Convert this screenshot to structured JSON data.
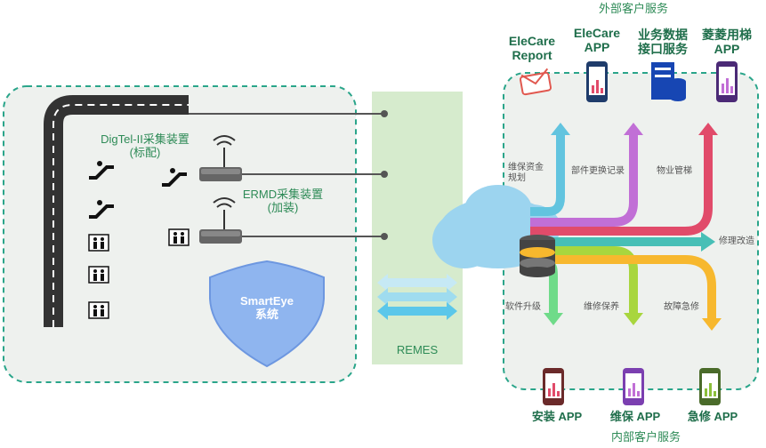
{
  "external": {
    "title": "外部客户服务",
    "report": [
      "EleCare",
      "Report"
    ],
    "elecare_app": [
      "EleCare",
      "APP"
    ],
    "data_service": [
      "业务数据",
      "接口服务"
    ],
    "lingling_app": [
      "菱菱用梯",
      "APP"
    ]
  },
  "internal": {
    "title": "内部客户服务",
    "install_app": "安装 APP",
    "maintain_app": "维保 APP",
    "repair_app": "急修 APP"
  },
  "left": {
    "digtel_line1": "DigTel-II采集装置",
    "digtel_line2": "(标配)",
    "ermd_line1": "ERMD采集装置",
    "ermd_line2": "(加装)",
    "shield_line1": "SmartEye",
    "shield_line2": "系统"
  },
  "middle": {
    "remes": "REMES"
  },
  "flows": {
    "funding": [
      "维保资金",
      "规划"
    ],
    "parts": "部件更换记录",
    "property": "物业管梯",
    "renovation": "修理改造",
    "software": "软件升级",
    "maintenance": "维修保养",
    "fault": "故障急修"
  },
  "colors": {
    "dash_border": "#2aa58a",
    "panel_bg": "#eef1ee",
    "remes_bg": "#d6ebcd",
    "cyan": "#62c4df",
    "purple": "#c16fd6",
    "red": "#e14b6a",
    "teal": "#47bfb6",
    "orange": "#f7b82e",
    "green": "#6fdb89",
    "lime": "#a8d63e",
    "shield": "#8fb5ef"
  }
}
